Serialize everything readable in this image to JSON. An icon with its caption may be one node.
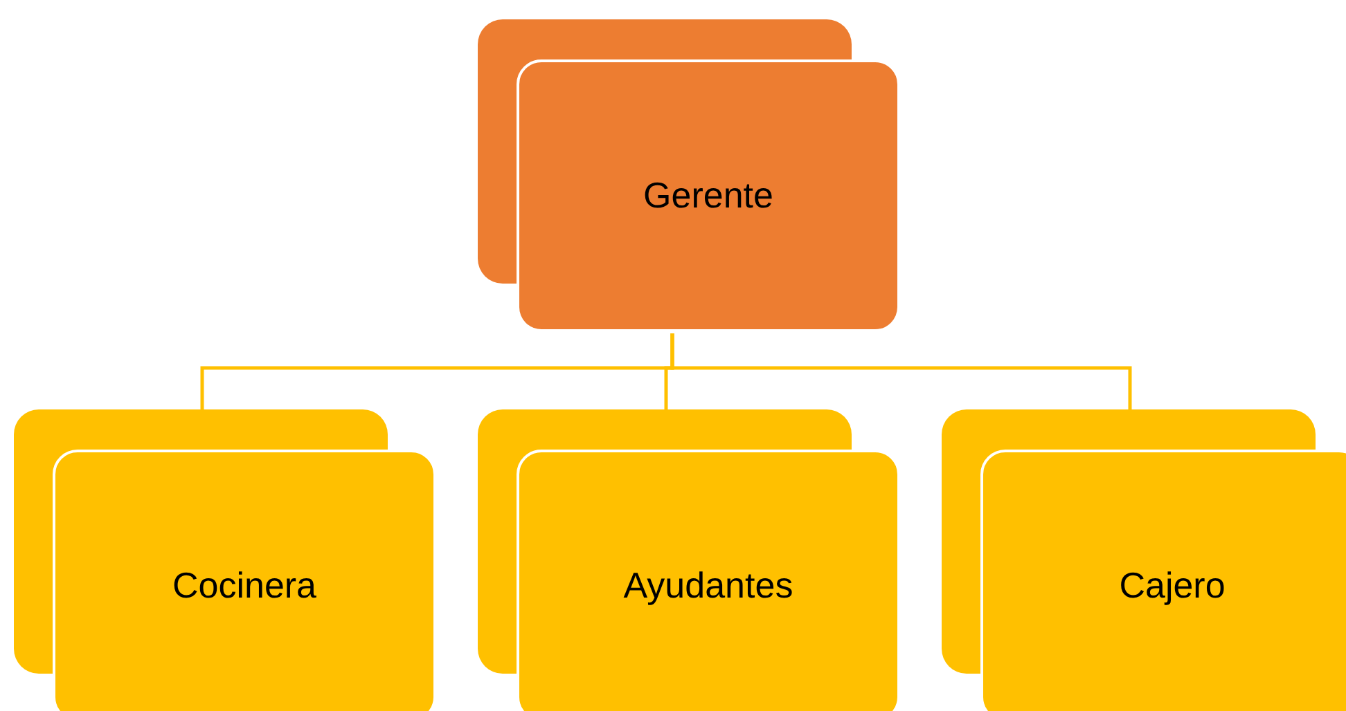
{
  "diagram": {
    "nodes": [
      {
        "text": [
          "Gerente"
        ]
      },
      {
        "text": [
          "Cocinera"
        ]
      },
      {
        "text": [
          "Ayudantes"
        ]
      },
      {
        "text": [
          "Cajero"
        ]
      }
    ],
    "edges": [
      {
        "from": 0,
        "to": 1,
        "arrow": "none"
      },
      {
        "from": 0,
        "to": 2,
        "arrow": "none"
      },
      {
        "from": 0,
        "to": 3,
        "arrow": "none"
      }
    ]
  }
}
